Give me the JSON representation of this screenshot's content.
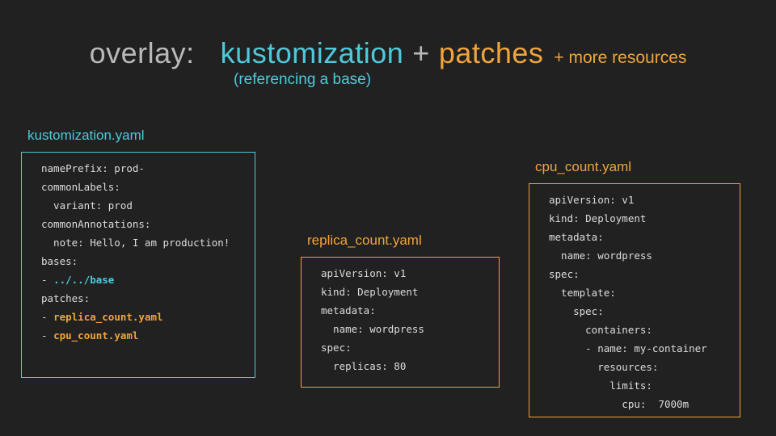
{
  "colors": {
    "background": "#212121",
    "gray": "#b9b9b9",
    "cyan": "#4ec9dc",
    "orange": "#f0a43c",
    "code_text": "#dcdcdc"
  },
  "title": {
    "overlay": "overlay:",
    "kustomization": "kustomization",
    "plus": "+",
    "patches": "patches",
    "more_resources": "+ more resources",
    "subtitle": "(referencing a base)"
  },
  "boxes": [
    {
      "label": "kustomization.yaml",
      "accent": "cyan",
      "lines": [
        [
          {
            "text": "namePrefix: prod-",
            "style": "plain"
          }
        ],
        [
          {
            "text": "commonLabels:",
            "style": "plain"
          }
        ],
        [
          {
            "text": "  variant: prod",
            "style": "plain"
          }
        ],
        [
          {
            "text": "commonAnnotations:",
            "style": "plain"
          }
        ],
        [
          {
            "text": "  note: Hello, I am production!",
            "style": "plain"
          }
        ],
        [
          {
            "text": "bases:",
            "style": "plain"
          }
        ],
        [
          {
            "text": "- ",
            "style": "plain"
          },
          {
            "text": "../../base",
            "style": "cyan"
          }
        ],
        [
          {
            "text": "patches:",
            "style": "plain"
          }
        ],
        [
          {
            "text": "- ",
            "style": "plain"
          },
          {
            "text": "replica_count.yaml",
            "style": "orange"
          }
        ],
        [
          {
            "text": "- ",
            "style": "plain"
          },
          {
            "text": "cpu_count.yaml",
            "style": "orange"
          }
        ]
      ]
    },
    {
      "label": "replica_count.yaml",
      "accent": "orange",
      "lines": [
        [
          {
            "text": "apiVersion: v1",
            "style": "plain"
          }
        ],
        [
          {
            "text": "kind: Deployment",
            "style": "plain"
          }
        ],
        [
          {
            "text": "metadata:",
            "style": "plain"
          }
        ],
        [
          {
            "text": "  name: wordpress",
            "style": "plain"
          }
        ],
        [
          {
            "text": "spec:",
            "style": "plain"
          }
        ],
        [
          {
            "text": "  replicas: 80",
            "style": "plain"
          }
        ]
      ]
    },
    {
      "label": "cpu_count.yaml",
      "accent": "orange",
      "lines": [
        [
          {
            "text": "apiVersion: v1",
            "style": "plain"
          }
        ],
        [
          {
            "text": "kind: Deployment",
            "style": "plain"
          }
        ],
        [
          {
            "text": "metadata:",
            "style": "plain"
          }
        ],
        [
          {
            "text": "  name: wordpress",
            "style": "plain"
          }
        ],
        [
          {
            "text": "spec:",
            "style": "plain"
          }
        ],
        [
          {
            "text": "  template:",
            "style": "plain"
          }
        ],
        [
          {
            "text": "    spec:",
            "style": "plain"
          }
        ],
        [
          {
            "text": "      containers:",
            "style": "plain"
          }
        ],
        [
          {
            "text": "      - name: my-container",
            "style": "plain"
          }
        ],
        [
          {
            "text": "        resources:",
            "style": "plain"
          }
        ],
        [
          {
            "text": "          limits:",
            "style": "plain"
          }
        ],
        [
          {
            "text": "            cpu:  7000m",
            "style": "plain"
          }
        ]
      ]
    }
  ]
}
